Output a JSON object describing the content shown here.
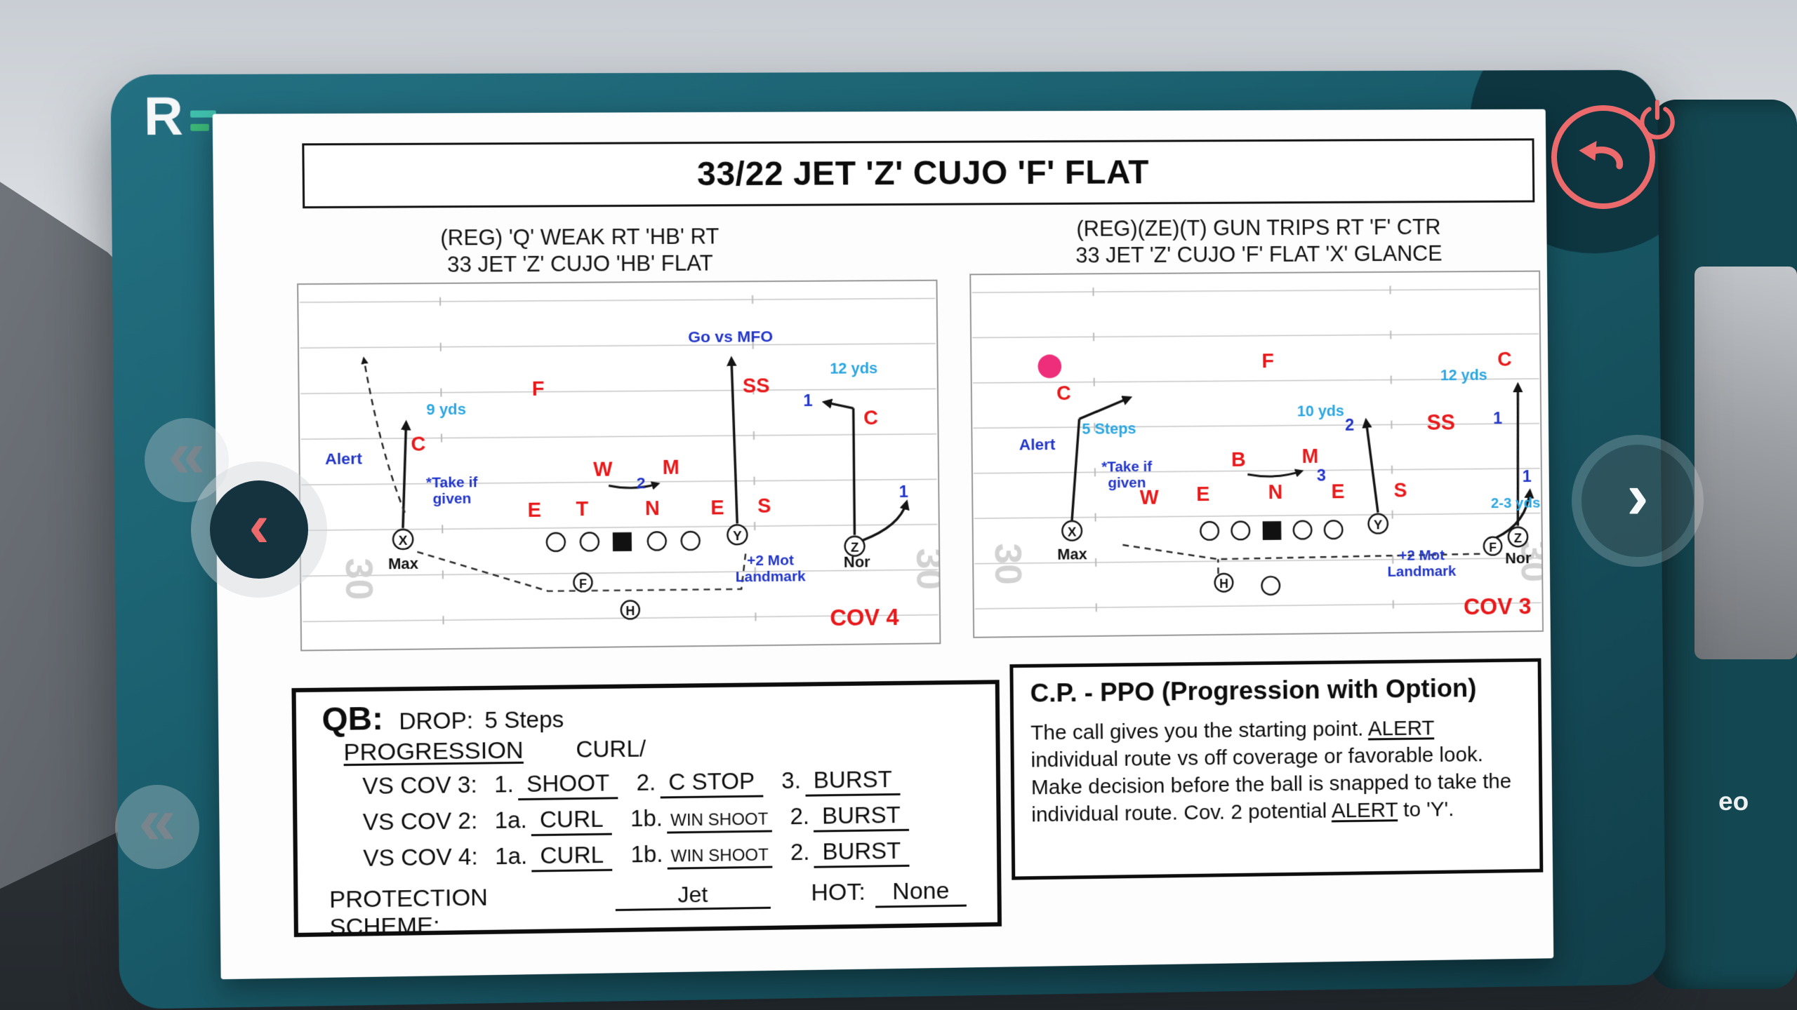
{
  "colors": {
    "frame_teal": "#1a5a68",
    "accent_coral": "#ec6a6c",
    "diagram_red": "#e8191a",
    "route_blue": "#2236c8",
    "yards_cyan": "#2ba6e0",
    "pink_dot": "#ee2d7b",
    "logo_green": "#3cb878"
  },
  "chrome": {
    "logo_text": "R",
    "side_label": "eo",
    "nav": {
      "prev_icon": "‹",
      "next_icon": "›",
      "skip_upper_icon": "«",
      "skip_lower_icon": "«"
    }
  },
  "page": {
    "title": "33/22 JET 'Z' CUJO 'F' FLAT"
  },
  "left_diagram": {
    "heading1": "(REG) 'Q' WEAK RT 'HB' RT",
    "heading2": "33 JET 'Z' CUJO 'HB' FLAT",
    "coverage": "COV 4",
    "yard_left": "30",
    "yard_right": "30",
    "go_note": "Go vs MFO",
    "yds12": "12 yds",
    "yds9": "9 yds",
    "alert": "Alert",
    "take_line1": "*Take if",
    "take_line2": "given",
    "num_seam": "1",
    "num_mid": "2",
    "num_flat": "1",
    "mot_line1": "+2 Mot",
    "mot_line2": "Landmark",
    "max": "Max",
    "nor": "Nor",
    "def_f": "F",
    "def_ss": "SS",
    "def_c_right": "C",
    "def_c_left": "C",
    "def_w": "W",
    "def_m": "M",
    "def_e1": "E",
    "def_t": "T",
    "def_n": "N",
    "def_e2": "E",
    "def_s": "S",
    "pos_x": "X",
    "pos_y": "Y",
    "pos_z": "Z",
    "pos_f": "F",
    "pos_h": "H"
  },
  "right_diagram": {
    "heading1": "(REG)(ZE)(T) GUN TRIPS RT 'F' CTR",
    "heading2": "33 JET 'Z' CUJO 'F' FLAT 'X' GLANCE",
    "coverage": "COV 3",
    "yard_left": "30",
    "yard_right": "30",
    "steps": "5 Steps",
    "yds10": "10 yds",
    "yds12": "12 yds",
    "yds23": "2-3 yds",
    "alert": "Alert",
    "take_line1": "*Take if",
    "take_line2": "given",
    "num_seam": "2",
    "num_mid": "3",
    "num_go": "1",
    "num_flat": "1",
    "mot_line1": "+2 Mot",
    "mot_line2": "Landmark",
    "max": "Max",
    "nor": "Nor",
    "def_c_top": "C",
    "def_c_left": "C",
    "def_f": "F",
    "def_ss": "SS",
    "def_b": "B",
    "def_m": "M",
    "def_w": "W",
    "def_e1": "E",
    "def_n": "N",
    "def_e2": "E",
    "def_s": "S",
    "pos_x": "X",
    "pos_y": "Y",
    "pos_z": "Z",
    "pos_f": "F",
    "pos_h": "H"
  },
  "qb_panel": {
    "qb_label": "QB:",
    "drop_label": "DROP:",
    "drop_value": "5 Steps",
    "progression_label": "PROGRESSION",
    "curl_note": "CURL/",
    "rows": [
      {
        "label": "VS COV 3:",
        "n1": "1.",
        "v1": "SHOOT",
        "n2": "2.",
        "v2": "C STOP",
        "n3": "3.",
        "v3": "BURST"
      },
      {
        "label": "VS COV 2:",
        "n1": "1a.",
        "v1": "CURL",
        "n2": "1b.",
        "v2": "WIN SHOOT",
        "n3": "2.",
        "v3": "BURST"
      },
      {
        "label": "VS COV 4:",
        "n1": "1a.",
        "v1": "CURL",
        "n2": "1b.",
        "v2": "WIN SHOOT",
        "n3": "2.",
        "v3": "BURST"
      }
    ],
    "protection_label": "PROTECTION SCHEME:",
    "protection_value": "Jet",
    "hot_label": "HOT:",
    "hot_value": "None"
  },
  "cp_panel": {
    "title": "C.P. -  PPO (Progression with Option)",
    "body1": "The call gives you the starting point. ",
    "alert1": "ALERT",
    "body2": " individual route vs off coverage or favorable look. Make decision before the ball is snapped to take the individual route. Cov. 2 potential ",
    "alert2": "ALERT",
    "body3": " to 'Y'."
  }
}
